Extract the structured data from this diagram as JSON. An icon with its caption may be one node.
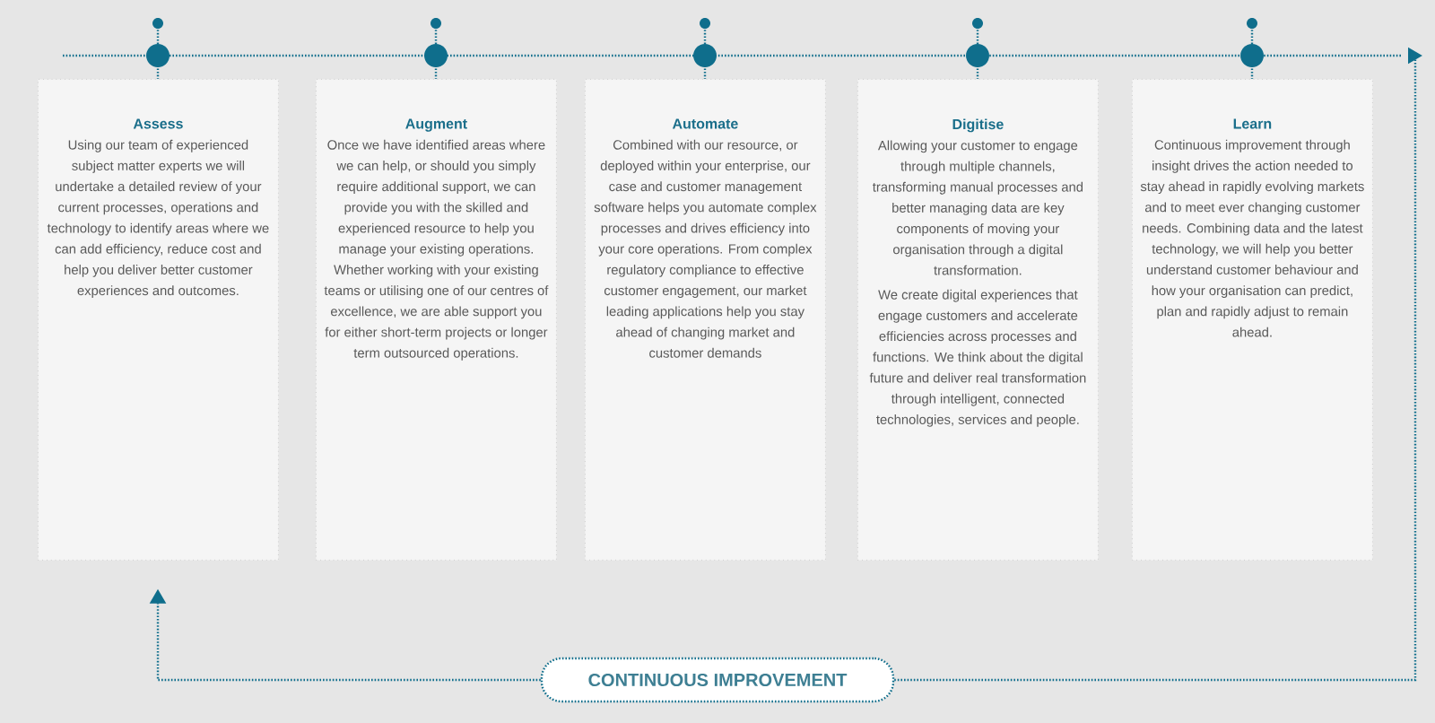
{
  "diagram": {
    "nodes": [
      {
        "text": [
          "Assess",
          "Using our team of experienced subject matter experts we will undertake a detailed review of your current processes, operations and technology to identify areas where we can add efficiency, reduce cost and help you deliver better customer experiences and outcomes."
        ]
      },
      {
        "text": [
          "Augment",
          "Once we have identified areas where we can help, or should you simply require additional support, we can provide you with the skilled and experienced resource to help you manage your existing operations. Whether working with your existing teams or utilising one of our centres of excellence, we are able support  you for either short-term projects or longer term outsourced operations."
        ]
      },
      {
        "text": [
          "Automate",
          "Combined with our resource, or deployed within your enterprise, our case and customer management software helps you automate complex processes and drives efficiency into your core operations. From complex regulatory compliance to effective customer engagement, our market leading applications help you stay ahead of changing market and customer demands"
        ]
      },
      {
        "text": [
          "Digitise",
          "Allowing your customer to engage through multiple channels, transforming manual processes and better managing data are key components of moving your organisation through a digital transformation.",
          "We create digital experiences that engage customers and accelerate efficiencies across processes and functions. We think about the digital future and deliver real transformation through intelligent, connected technologies, services and people."
        ]
      },
      {
        "text": [
          "Learn",
          "Continuous improvement through insight drives the action needed to stay ahead in rapidly evolving markets and  to meet ever changing customer needs. Combining data and the latest technology, we will help you better understand customer behaviour and how your organisation can predict, plan and rapidly adjust  to remain ahead."
        ]
      },
      {
        "text": [
          "CONTINUOUS IMPROVEMENT"
        ]
      }
    ],
    "edges": [
      {
        "from": 5,
        "to": null,
        "arrow": "to",
        "style": "dashed"
      },
      {
        "from": 5,
        "to": 0,
        "arrow": "to",
        "style": "dashed"
      }
    ]
  }
}
